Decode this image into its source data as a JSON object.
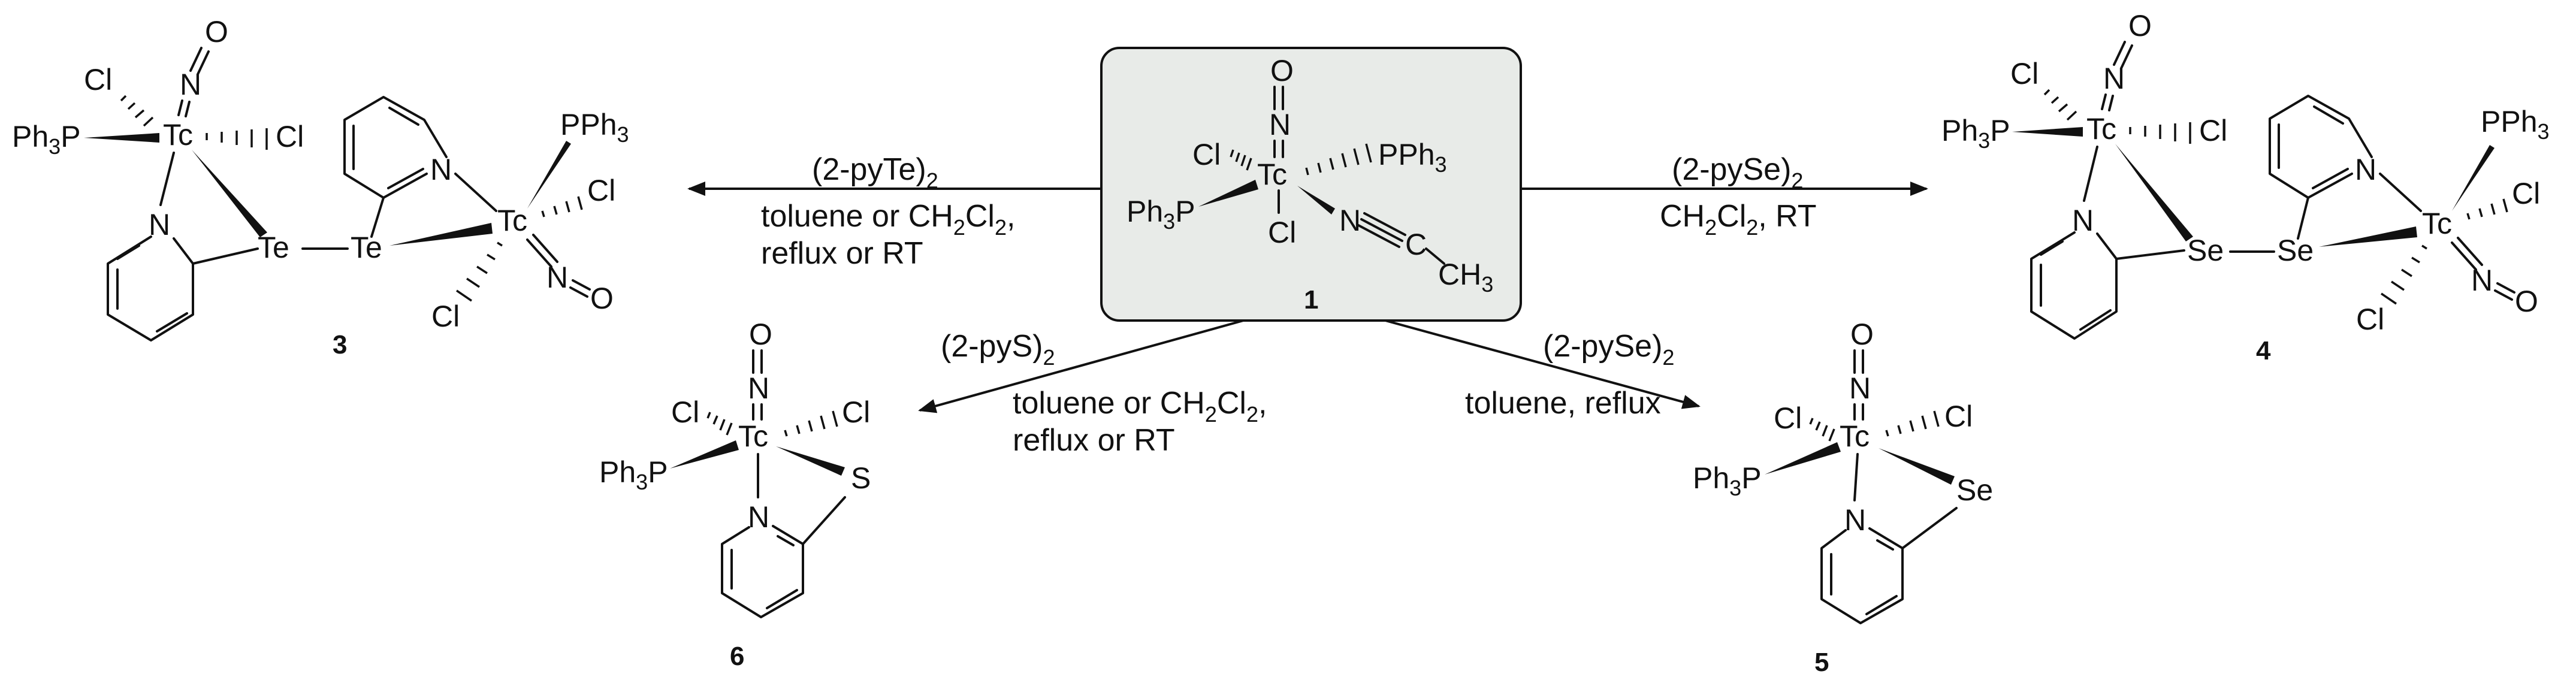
{
  "colors": {
    "ink": "#111111",
    "background": "#ffffff",
    "box_fill": "#e8ebe8"
  },
  "labels": {
    "tc": "Tc",
    "n": "N",
    "o": "O",
    "cl": "Cl",
    "p": "P",
    "ph": "Ph",
    "pph": "PPh",
    "three": "3",
    "two": "2",
    "te": "Te",
    "se": "Se",
    "s": "S",
    "c": "C",
    "ch": "CH"
  },
  "compounds": {
    "c1": "1",
    "c3": "3",
    "c4": "4",
    "c5": "5",
    "c6": "6"
  },
  "reactions": {
    "to3": {
      "r_pre": "(2-pyTe)",
      "r_sub": "2",
      "l2_pre": "toluene or CH",
      "l2_s1": "2",
      "l2_mid": "Cl",
      "l2_s2": "2",
      "l2_end": ",",
      "l3": "reflux or RT"
    },
    "to4": {
      "r_pre": "(2-pySe)",
      "r_sub": "2",
      "l2_pre": "CH",
      "l2_s1": "2",
      "l2_mid": "Cl",
      "l2_s2": "2",
      "l2_end": ", RT"
    },
    "to6": {
      "r_pre": "(2-pyS)",
      "r_sub": "2",
      "l2_pre": "toluene or CH",
      "l2_s1": "2",
      "l2_mid": "Cl",
      "l2_s2": "2",
      "l2_end": ",",
      "l3": "reflux or RT"
    },
    "to5": {
      "r_pre": "(2-pySe)",
      "r_sub": "2",
      "l2": "toluene, reflux"
    }
  }
}
